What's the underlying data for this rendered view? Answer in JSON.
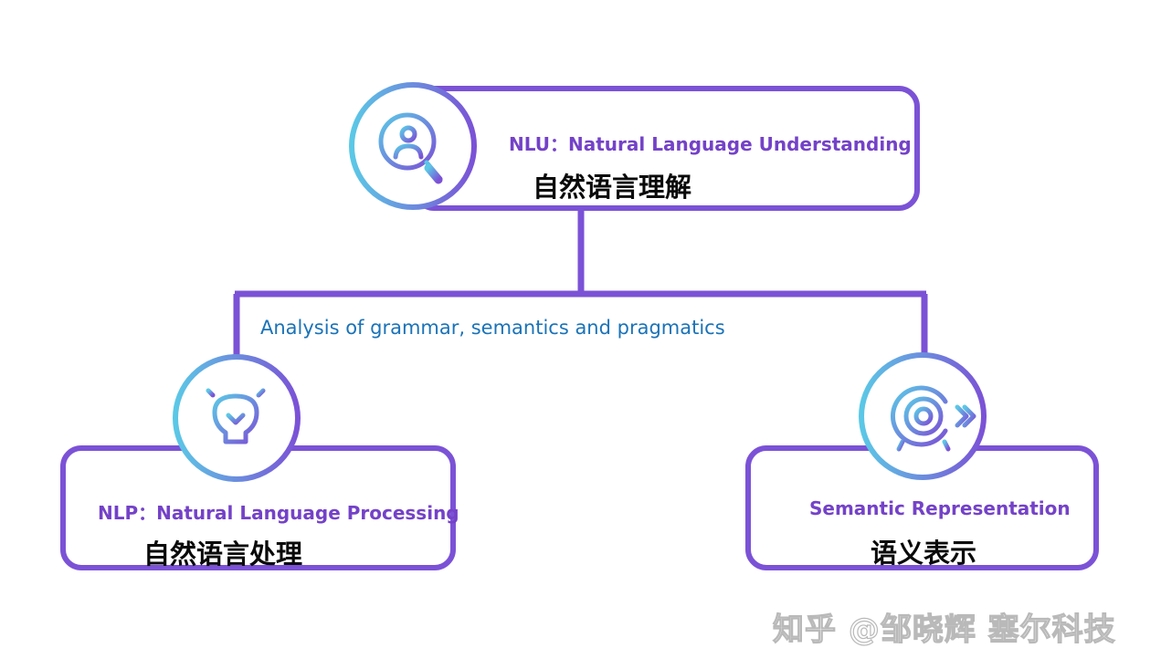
{
  "nodes": {
    "nlu": {
      "en": "NLU：Natural Language Understanding",
      "zh": "自然语言理解",
      "icon": "user-search-icon"
    },
    "nlp": {
      "en": "NLP：Natural Language Processing",
      "zh": "自然语言处理",
      "icon": "lightbulb-icon"
    },
    "semantic": {
      "en": "Semantic Representation",
      "zh": "语义表示",
      "icon": "target-arrow-icon"
    }
  },
  "connector_label": "Analysis of grammar, semantics and pragmatics",
  "watermark": "知乎 @邹晓辉 塞尔科技",
  "colors": {
    "accent_purple": "#7b52d6",
    "gradient_start": "#5bc8e6",
    "gradient_end": "#7b52d6",
    "title_purple": "#7442c8",
    "label_blue": "#1a73b8"
  }
}
